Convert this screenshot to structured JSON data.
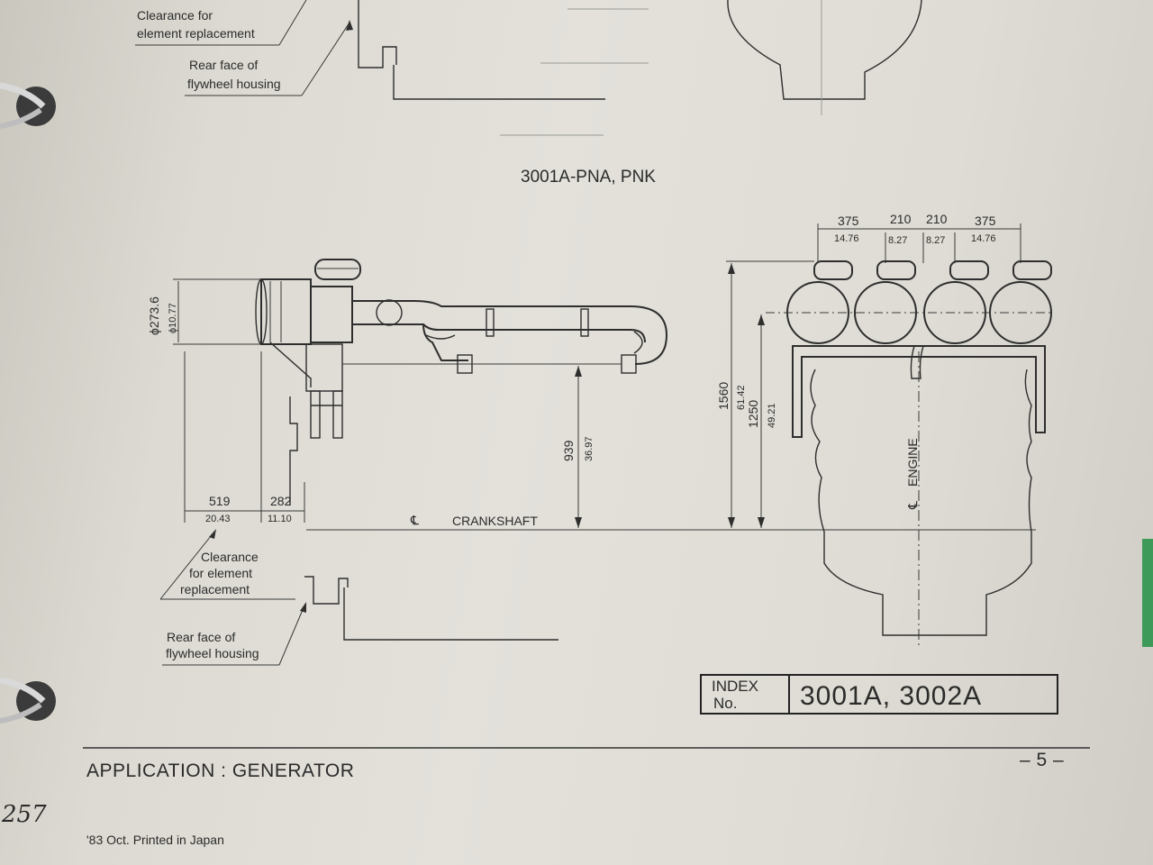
{
  "top_section": {
    "clearance_label": [
      "Clearance for",
      "element replacement"
    ],
    "rear_face_label": [
      "Rear face of",
      "flywheel housing"
    ]
  },
  "diagram_title": "3001A-PNA, PNK",
  "side_view": {
    "diameter_mm": "ϕ273.6",
    "diameter_in": "ϕ10.77",
    "dim_519": "519",
    "dim_519_in": "20.43",
    "dim_282": "282",
    "dim_282_in": "11.10",
    "dim_939": "939",
    "dim_939_in": "36.97",
    "crankshaft_symbol": "℄",
    "crankshaft_label": "CRANKSHAFT",
    "clearance_label": [
      "Clearance",
      "for element",
      "replacement"
    ],
    "rear_face_label": [
      "Rear face of",
      "flywheel housing"
    ]
  },
  "end_view": {
    "top_dims": [
      "375",
      "210",
      "210",
      "375"
    ],
    "top_dims_in": [
      "14.76",
      "8.27",
      "8.27",
      "14.76"
    ],
    "dim_1560": "1560",
    "dim_1560_in": "61.42",
    "dim_1250": "1250",
    "dim_1250_in": "49.21",
    "engine_cl_symbol": "℄",
    "engine_label": "ENGINE"
  },
  "index_box": {
    "label_line1": "INDEX",
    "label_line2": "No.",
    "value": "3001A, 3002A"
  },
  "footer": {
    "application": "APPLICATION : GENERATOR",
    "page_number": "– 5 –",
    "print_info": "'83 Oct.  Printed in Japan",
    "handwritten": "257"
  }
}
